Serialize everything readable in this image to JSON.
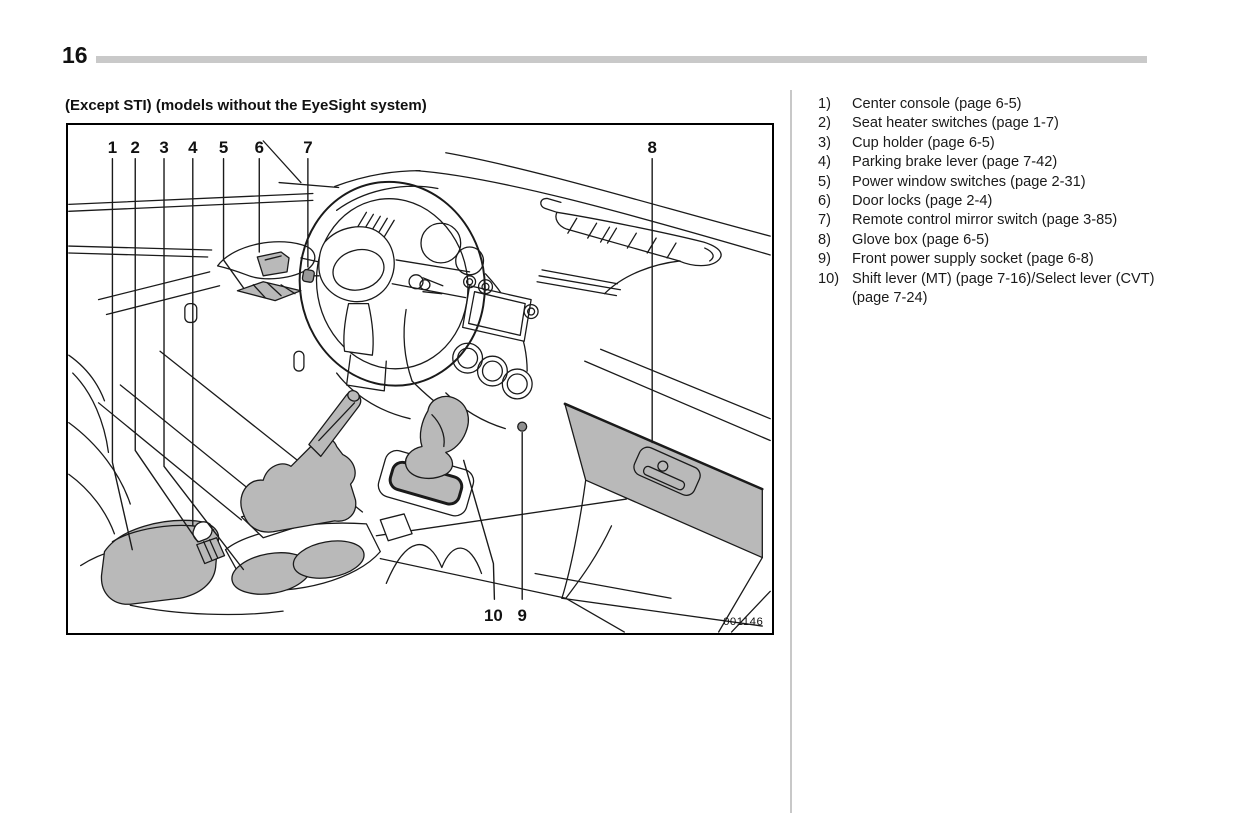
{
  "page": {
    "number": "16"
  },
  "caption": "(Except STI) (models without the EyeSight system)",
  "figure": {
    "code": "001146",
    "callouts": [
      {
        "label": "1"
      },
      {
        "label": "2"
      },
      {
        "label": "3"
      },
      {
        "label": "4"
      },
      {
        "label": "5"
      },
      {
        "label": "6"
      },
      {
        "label": "7"
      },
      {
        "label": "8"
      },
      {
        "label": "10"
      },
      {
        "label": "9"
      }
    ],
    "highlight_color": "#b9b9b9",
    "line_color": "#1a1a1a"
  },
  "parts_list": {
    "items": [
      {
        "num": "1)",
        "text": "Center console (page 6-5)"
      },
      {
        "num": "2)",
        "text": "Seat heater switches (page 1-7)"
      },
      {
        "num": "3)",
        "text": "Cup holder (page 6-5)"
      },
      {
        "num": "4)",
        "text": "Parking brake lever (page 7-42)"
      },
      {
        "num": "5)",
        "text": "Power window switches (page 2-31)"
      },
      {
        "num": "6)",
        "text": "Door locks (page 2-4)"
      },
      {
        "num": "7)",
        "text": "Remote control mirror switch (page 3-85)"
      },
      {
        "num": "8)",
        "text": "Glove box (page 6-5)"
      },
      {
        "num": "9)",
        "text": "Front power supply socket (page 6-8)"
      },
      {
        "num": "10)",
        "text": "Shift lever (MT) (page 7-16)/Select lever (CVT) (page 7-24)"
      }
    ]
  },
  "colors": {
    "header_bar": "#c9c9c9",
    "divider": "#c8c8c8",
    "figure_border": "#000000",
    "text": "#111111"
  }
}
